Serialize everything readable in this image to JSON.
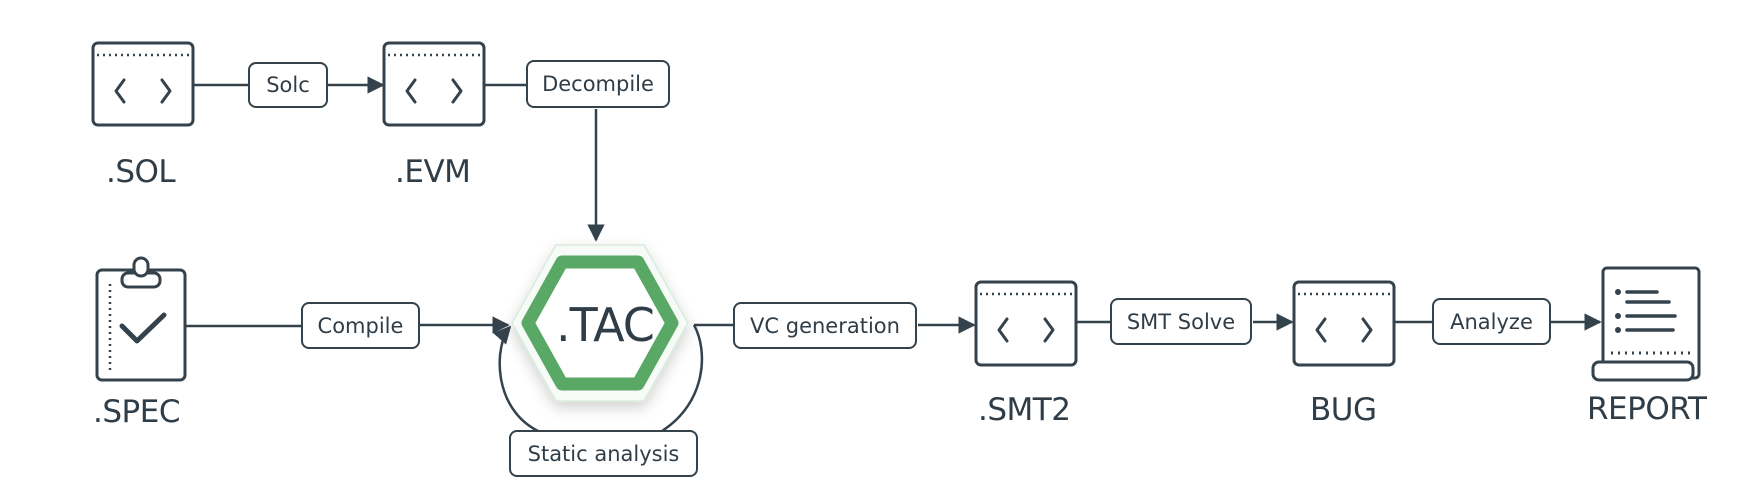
{
  "files": {
    "sol": ".SOL",
    "evm": ".EVM",
    "spec": ".SPEC",
    "tac": ".TAC",
    "smt2": ".SMT2",
    "bug": "BUG",
    "report": "REPORT"
  },
  "steps": {
    "solc": "Solc",
    "decompile": "Decompile",
    "compile": "Compile",
    "vc_generation": "VC generation",
    "smt_solve": "SMT Solve",
    "analyze": "Analyze",
    "static_analysis": "Static analysis"
  },
  "colors": {
    "stroke": "#34424c",
    "hexagon": "#5aa866",
    "text": "#2f3d48"
  },
  "icons": {
    "code_file": "code-file-icon",
    "spec": "clipboard-check-icon",
    "report": "report-document-icon"
  }
}
